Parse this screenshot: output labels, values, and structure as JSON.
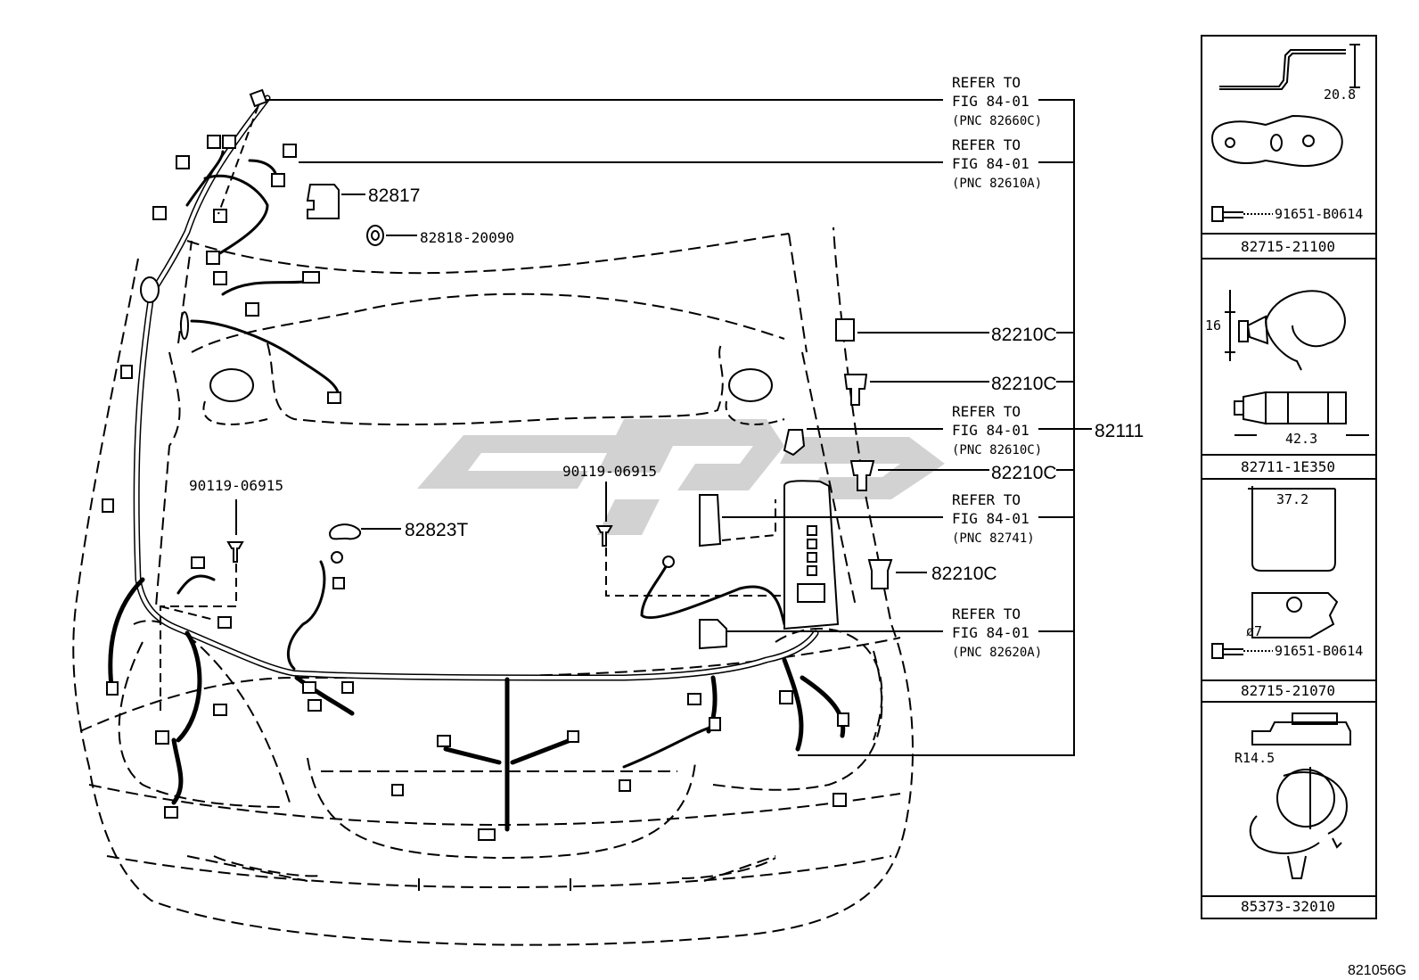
{
  "diagram_id": "821056G",
  "watermark": "logo-watermark",
  "callouts": {
    "p82817": "82817",
    "p82818": "82818-20090",
    "p82210c_1": "82210C",
    "p82210c_2": "82210C",
    "p82210c_3": "82210C",
    "p82210c_4": "82210C",
    "p82111": "82111",
    "p90119_left": "90119-06915",
    "p90119_center": "90119-06915",
    "p82823t": "82823T"
  },
  "references": [
    {
      "line1": "REFER TO",
      "line2": "FIG 84-01",
      "pnc": "(PNC 82660C)"
    },
    {
      "line1": "REFER TO",
      "line2": "FIG 84-01",
      "pnc": "(PNC 82610A)"
    },
    {
      "line1": "REFER TO",
      "line2": "FIG 84-01",
      "pnc": "(PNC 82610C)"
    },
    {
      "line1": "REFER TO",
      "line2": "FIG 84-01",
      "pnc": "(PNC 82741)"
    },
    {
      "line1": "REFER TO",
      "line2": "FIG 84-01",
      "pnc": "(PNC 82620A)"
    }
  ],
  "side_panel": [
    {
      "part": "82715-21100",
      "bolt": "91651-B0614",
      "dims": [
        "20.8"
      ]
    },
    {
      "part": "82711-1E350",
      "dims": [
        "16",
        "42.3"
      ]
    },
    {
      "part": "82715-21070",
      "bolt": "91651-B0614",
      "dims": [
        "37.2",
        "ø7"
      ]
    },
    {
      "part": "85373-32010",
      "dims": [
        "R14.5"
      ]
    }
  ]
}
